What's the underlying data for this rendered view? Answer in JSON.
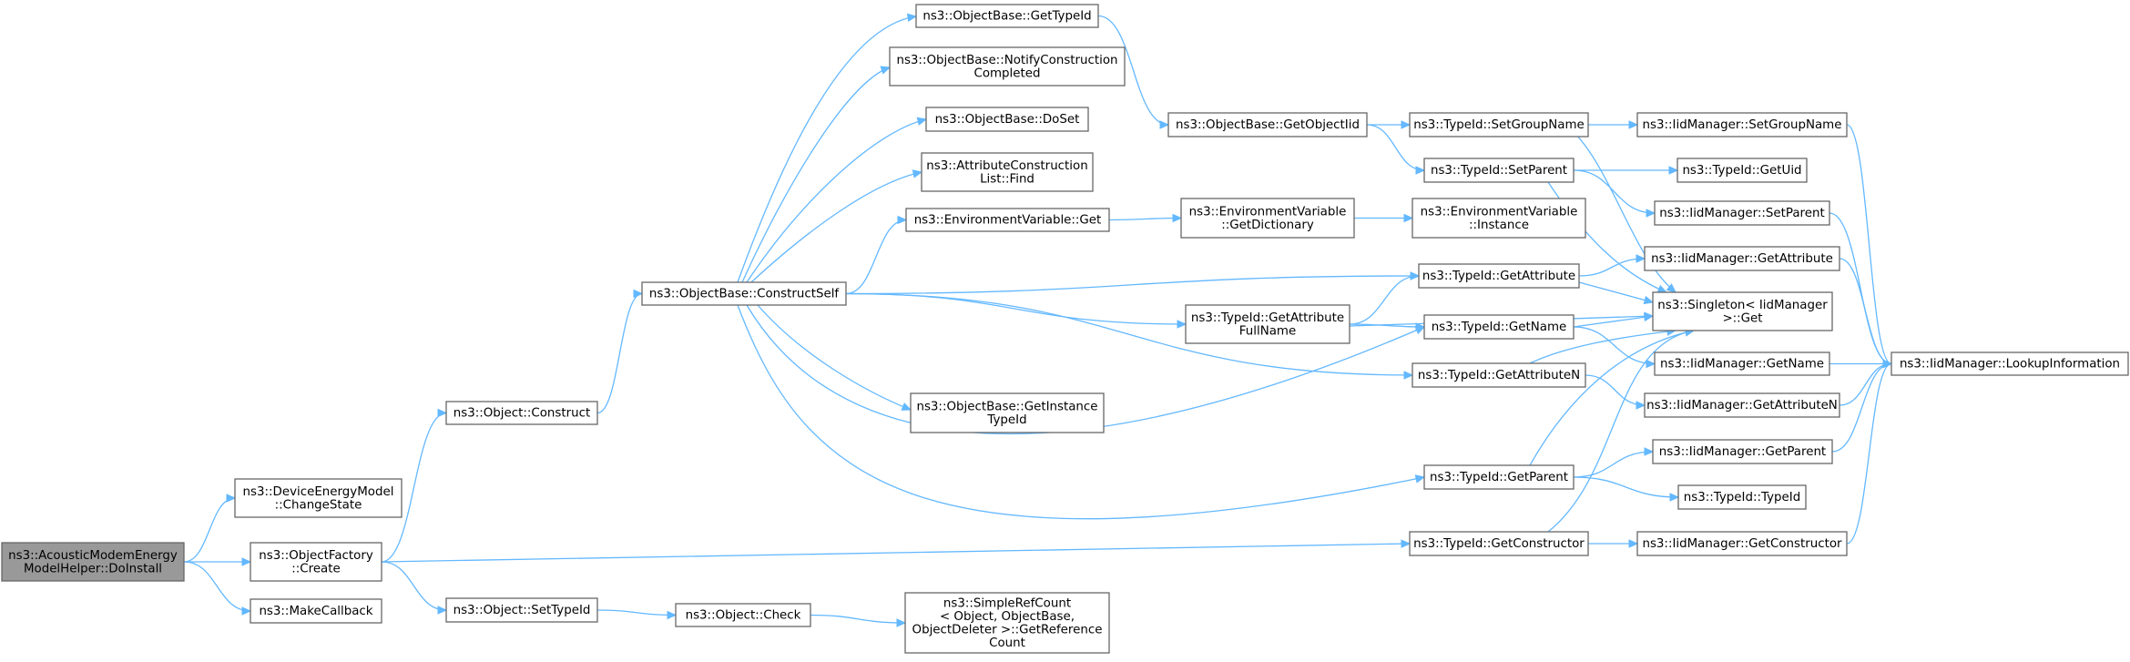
{
  "nodes": [
    {
      "id": "doinstall",
      "lines": [
        "ns3::AcousticModemEnergy",
        "ModelHelper::DoInstall"
      ]
    },
    {
      "id": "changestate",
      "lines": [
        "ns3::DeviceEnergyModel",
        "::ChangeState"
      ]
    },
    {
      "id": "objfactory_create",
      "lines": [
        "ns3::ObjectFactory",
        "::Create"
      ]
    },
    {
      "id": "makecallback",
      "lines": [
        "ns3::MakeCallback"
      ]
    },
    {
      "id": "object_construct",
      "lines": [
        "ns3::Object::Construct"
      ]
    },
    {
      "id": "object_settypeid",
      "lines": [
        "ns3::Object::SetTypeId"
      ]
    },
    {
      "id": "constructself",
      "lines": [
        "ns3::ObjectBase::ConstructSelf"
      ]
    },
    {
      "id": "object_check",
      "lines": [
        "ns3::Object::Check"
      ]
    },
    {
      "id": "ob_gettypeid",
      "lines": [
        "ns3::ObjectBase::GetTypeId"
      ]
    },
    {
      "id": "ob_notify",
      "lines": [
        "ns3::ObjectBase::NotifyConstruction",
        "Completed"
      ]
    },
    {
      "id": "ob_doset",
      "lines": [
        "ns3::ObjectBase::DoSet"
      ]
    },
    {
      "id": "acl_find",
      "lines": [
        "ns3::AttributeConstruction",
        "List::Find"
      ]
    },
    {
      "id": "envvar_get",
      "lines": [
        "ns3::EnvironmentVariable::Get"
      ]
    },
    {
      "id": "ob_getinstancetypeid",
      "lines": [
        "ns3::ObjectBase::GetInstance",
        "TypeId"
      ]
    },
    {
      "id": "simplerefcount",
      "lines": [
        "ns3::SimpleRefCount",
        "< Object, ObjectBase,",
        "ObjectDeleter >::GetReference",
        "Count"
      ]
    },
    {
      "id": "ob_getobjectiid",
      "lines": [
        "ns3::ObjectBase::GetObjectIid"
      ]
    },
    {
      "id": "envvar_getdict",
      "lines": [
        "ns3::EnvironmentVariable",
        "::GetDictionary"
      ]
    },
    {
      "id": "tid_getattrfullname",
      "lines": [
        "ns3::TypeId::GetAttribute",
        "FullName"
      ]
    },
    {
      "id": "tid_setgroupname",
      "lines": [
        "ns3::TypeId::SetGroupName"
      ]
    },
    {
      "id": "tid_setparent",
      "lines": [
        "ns3::TypeId::SetParent"
      ]
    },
    {
      "id": "envvar_instance",
      "lines": [
        "ns3::EnvironmentVariable",
        "::Instance"
      ]
    },
    {
      "id": "tid_getattribute",
      "lines": [
        "ns3::TypeId::GetAttribute"
      ]
    },
    {
      "id": "tid_getname",
      "lines": [
        "ns3::TypeId::GetName"
      ]
    },
    {
      "id": "tid_getattributen",
      "lines": [
        "ns3::TypeId::GetAttributeN"
      ]
    },
    {
      "id": "tid_getparent",
      "lines": [
        "ns3::TypeId::GetParent"
      ]
    },
    {
      "id": "tid_getconstructor",
      "lines": [
        "ns3::TypeId::GetConstructor"
      ]
    },
    {
      "id": "iid_setgroupname",
      "lines": [
        "ns3::IidManager::SetGroupName"
      ]
    },
    {
      "id": "tid_getuid",
      "lines": [
        "ns3::TypeId::GetUid"
      ]
    },
    {
      "id": "iid_setparent",
      "lines": [
        "ns3::IidManager::SetParent"
      ]
    },
    {
      "id": "iid_getattribute",
      "lines": [
        "ns3::IidManager::GetAttribute"
      ]
    },
    {
      "id": "singleton_get",
      "lines": [
        "ns3::Singleton< IidManager",
        ">::Get"
      ]
    },
    {
      "id": "iid_getname",
      "lines": [
        "ns3::IidManager::GetName"
      ]
    },
    {
      "id": "iid_getattributen",
      "lines": [
        "ns3::IidManager::GetAttributeN"
      ]
    },
    {
      "id": "iid_getparent",
      "lines": [
        "ns3::IidManager::GetParent"
      ]
    },
    {
      "id": "tid_typeid",
      "lines": [
        "ns3::TypeId::TypeId"
      ]
    },
    {
      "id": "iid_getconstructor",
      "lines": [
        "ns3::IidManager::GetConstructor"
      ]
    },
    {
      "id": "iid_lookupinfo",
      "lines": [
        "ns3::IidManager::LookupInformation"
      ]
    }
  ],
  "edges": [
    [
      "doinstall",
      "changestate"
    ],
    [
      "doinstall",
      "objfactory_create"
    ],
    [
      "doinstall",
      "makecallback"
    ],
    [
      "objfactory_create",
      "object_construct"
    ],
    [
      "objfactory_create",
      "object_settypeid"
    ],
    [
      "objfactory_create",
      "tid_getconstructor"
    ],
    [
      "object_construct",
      "constructself"
    ],
    [
      "object_settypeid",
      "object_check"
    ],
    [
      "object_check",
      "simplerefcount"
    ],
    [
      "constructself",
      "ob_gettypeid"
    ],
    [
      "constructself",
      "ob_notify"
    ],
    [
      "constructself",
      "ob_doset"
    ],
    [
      "constructself",
      "acl_find"
    ],
    [
      "constructself",
      "envvar_get"
    ],
    [
      "constructself",
      "tid_getattribute"
    ],
    [
      "constructself",
      "tid_getattrfullname"
    ],
    [
      "constructself",
      "tid_getattributen"
    ],
    [
      "constructself",
      "ob_getinstancetypeid"
    ],
    [
      "constructself",
      "tid_getname"
    ],
    [
      "constructself",
      "tid_getparent"
    ],
    [
      "ob_gettypeid",
      "ob_getobjectiid"
    ],
    [
      "ob_getobjectiid",
      "tid_setgroupname"
    ],
    [
      "ob_getobjectiid",
      "tid_setparent"
    ],
    [
      "envvar_get",
      "envvar_getdict"
    ],
    [
      "envvar_getdict",
      "envvar_instance"
    ],
    [
      "tid_getattrfullname",
      "tid_getattribute"
    ],
    [
      "tid_getattrfullname",
      "tid_getname"
    ],
    [
      "tid_getattrfullname",
      "singleton_get"
    ],
    [
      "tid_setgroupname",
      "iid_setgroupname"
    ],
    [
      "tid_setgroupname",
      "singleton_get"
    ],
    [
      "tid_setparent",
      "tid_getuid"
    ],
    [
      "tid_setparent",
      "iid_setparent"
    ],
    [
      "tid_setparent",
      "singleton_get"
    ],
    [
      "tid_getattribute",
      "iid_getattribute"
    ],
    [
      "tid_getattribute",
      "singleton_get"
    ],
    [
      "tid_getname",
      "iid_getname"
    ],
    [
      "tid_getname",
      "singleton_get"
    ],
    [
      "tid_getattributen",
      "iid_getattributen"
    ],
    [
      "tid_getattributen",
      "singleton_get"
    ],
    [
      "tid_getparent",
      "iid_getparent"
    ],
    [
      "tid_getparent",
      "tid_typeid"
    ],
    [
      "tid_getparent",
      "singleton_get"
    ],
    [
      "tid_getconstructor",
      "iid_getconstructor"
    ],
    [
      "tid_getconstructor",
      "singleton_get"
    ],
    [
      "iid_setgroupname",
      "iid_lookupinfo"
    ],
    [
      "iid_setparent",
      "iid_lookupinfo"
    ],
    [
      "iid_getattribute",
      "iid_lookupinfo"
    ],
    [
      "iid_getname",
      "iid_lookupinfo"
    ],
    [
      "iid_getattributen",
      "iid_lookupinfo"
    ],
    [
      "iid_getparent",
      "iid_lookupinfo"
    ],
    [
      "iid_getconstructor",
      "iid_lookupinfo"
    ]
  ]
}
